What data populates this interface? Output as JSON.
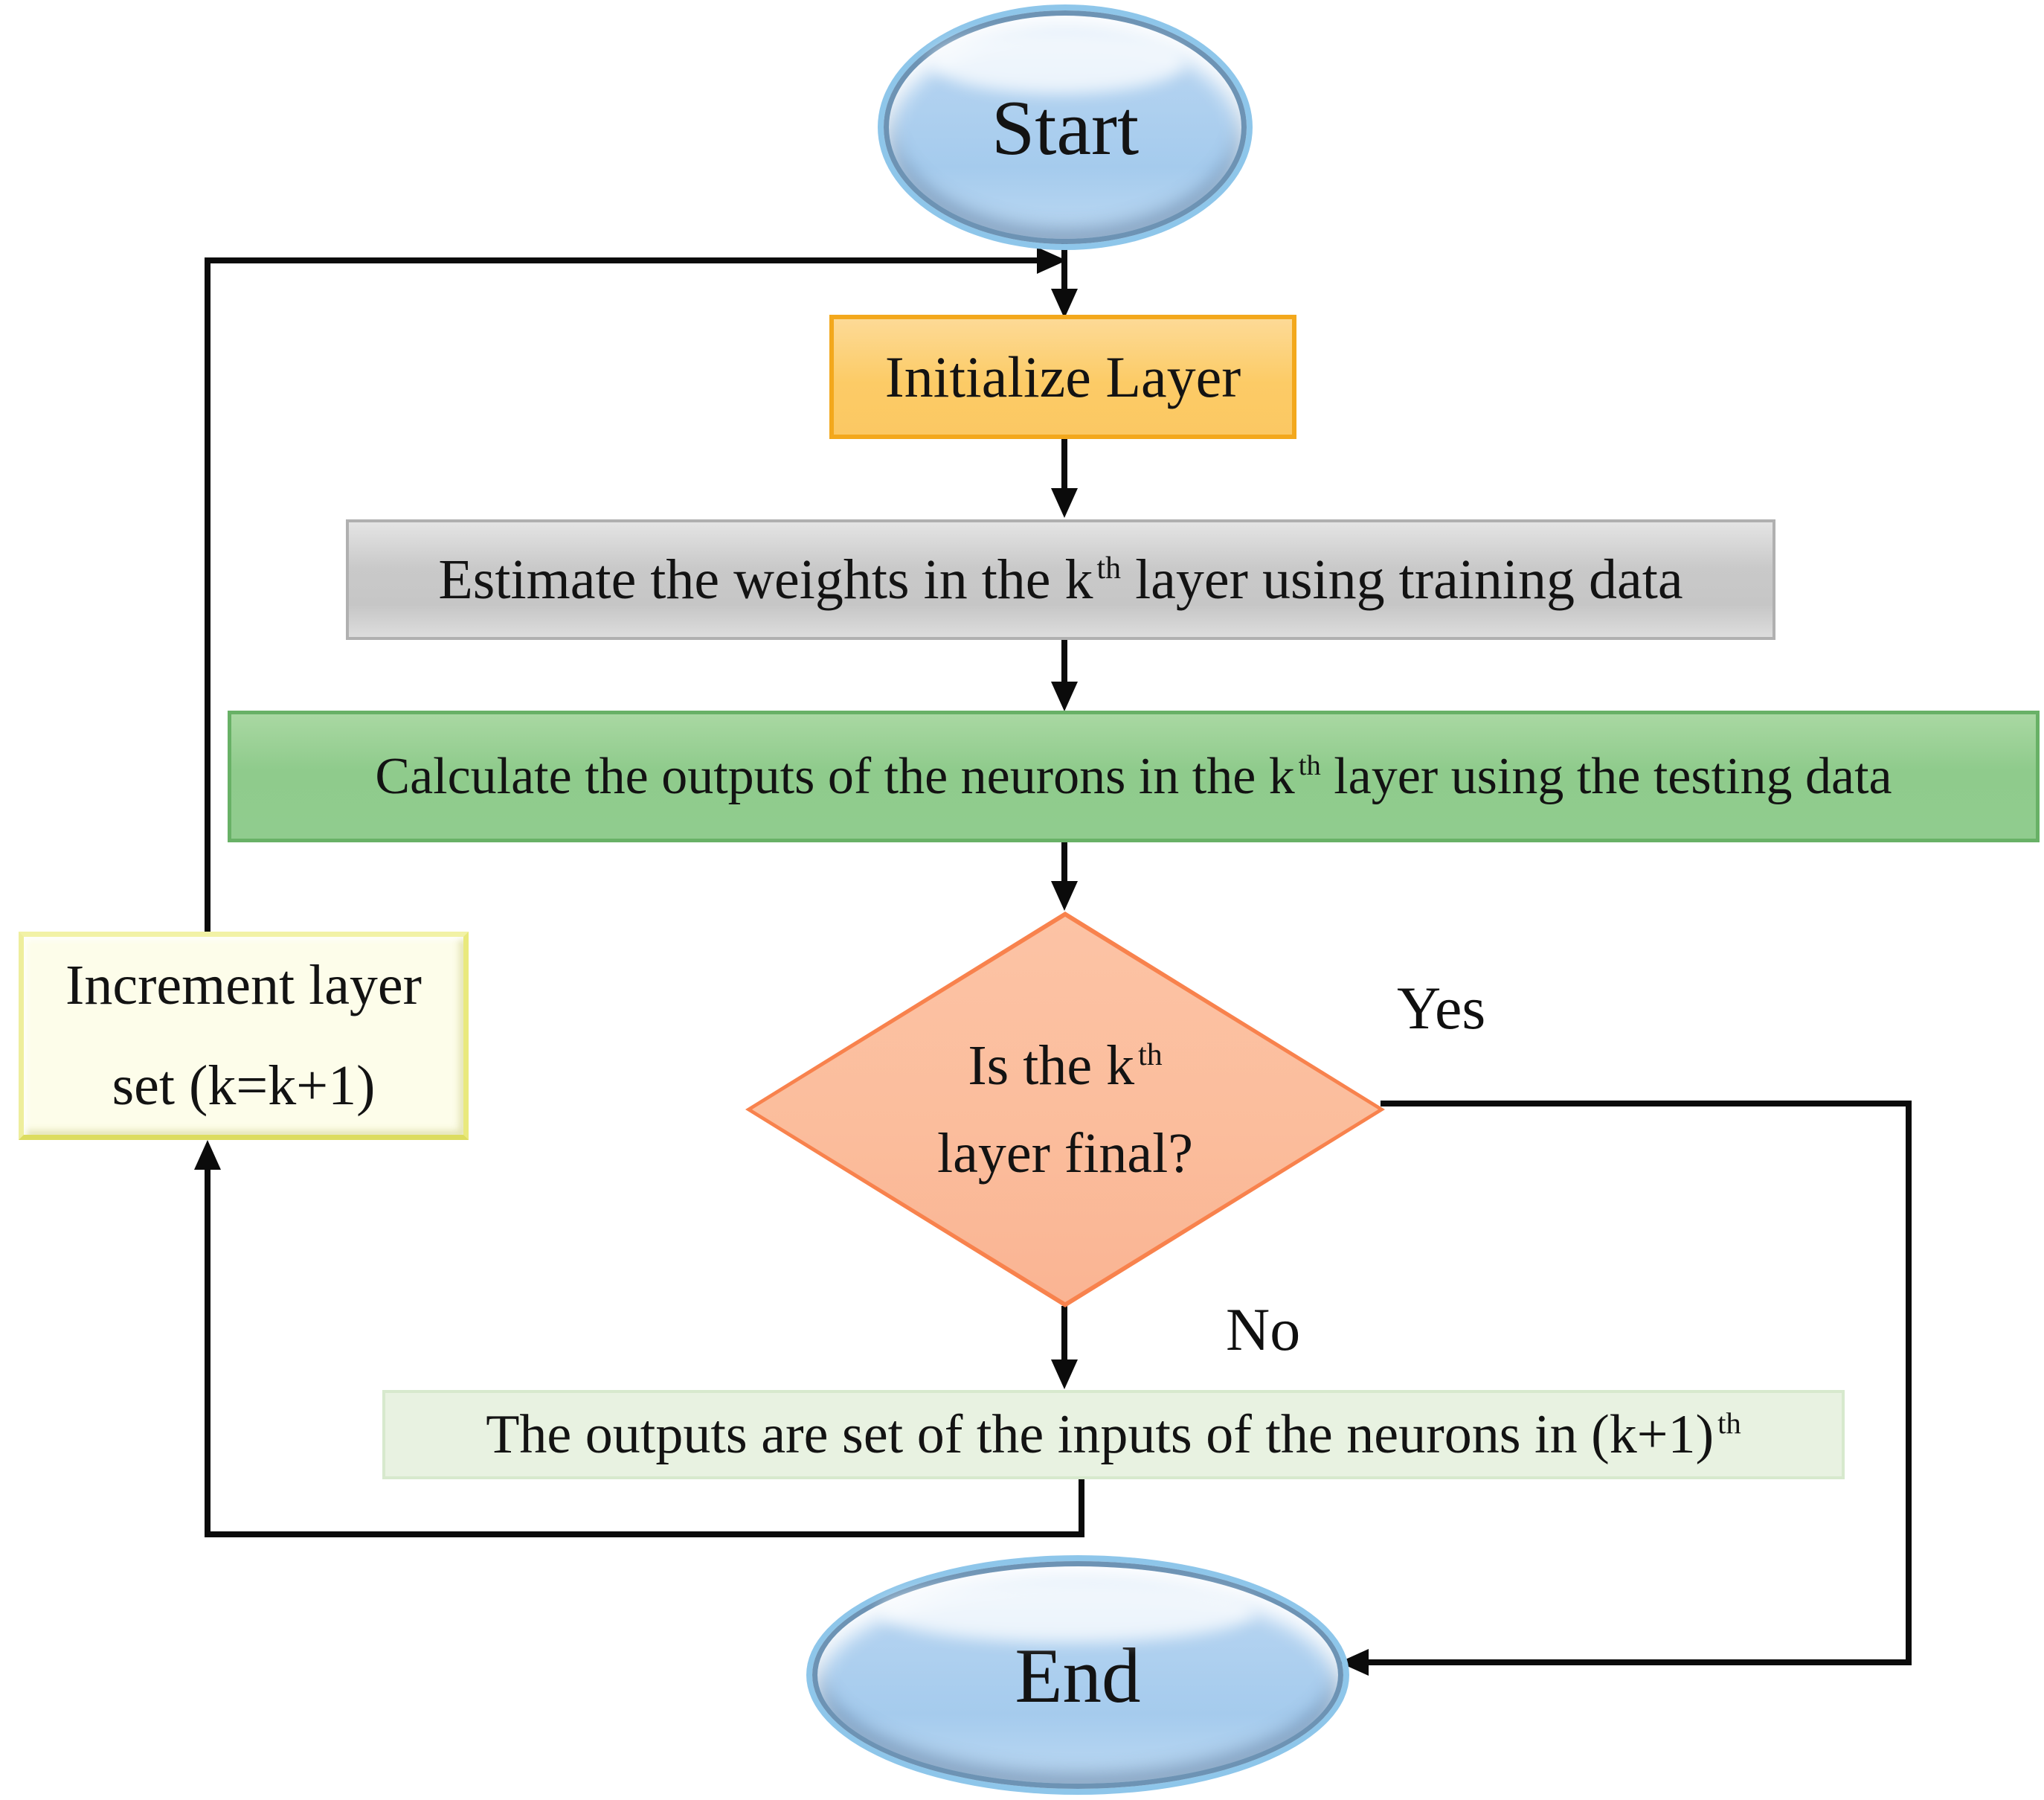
{
  "nodes": {
    "start": {
      "label": "Start"
    },
    "initialize": {
      "label": "Initialize Layer"
    },
    "estimate": {
      "pre": "Estimate the weights in the k",
      "sup": "th",
      "post": " layer using training data"
    },
    "calculate": {
      "pre": "Calculate the outputs of the neurons in the k",
      "sup": "th",
      "post": " layer using the testing data"
    },
    "decision": {
      "line1_pre": "Is the k",
      "line1_sup": "th",
      "line2": "layer final?"
    },
    "outputs": {
      "pre": "The outputs are set of the inputs of the neurons in (k+1)",
      "sup": "th"
    },
    "increment": {
      "line1": "Increment layer",
      "line2": "set (k=k+1)"
    },
    "end": {
      "label": "End"
    }
  },
  "edge_labels": {
    "yes": "Yes",
    "no": "No"
  },
  "colors": {
    "line": "#0b0b0b",
    "terminal-fill": "#abcfee",
    "terminal-border": "#6d93b4",
    "terminal-ring": "#8ec6ea",
    "init-fill": "#fbc863",
    "init-border": "#f3a81c",
    "process-fill": "#c6c6c6",
    "process-border": "#b0b0b0",
    "green-fill": "#8fcb8c",
    "green-border": "#68b166",
    "decision-fill": "#fbbd9c",
    "decision-border": "#f8824d",
    "lgreen-fill": "#e8f2e1",
    "lgreen-border": "#d7e9cd",
    "inc-fill": "#fdfdea",
    "inc-border": "#e9e97c"
  }
}
